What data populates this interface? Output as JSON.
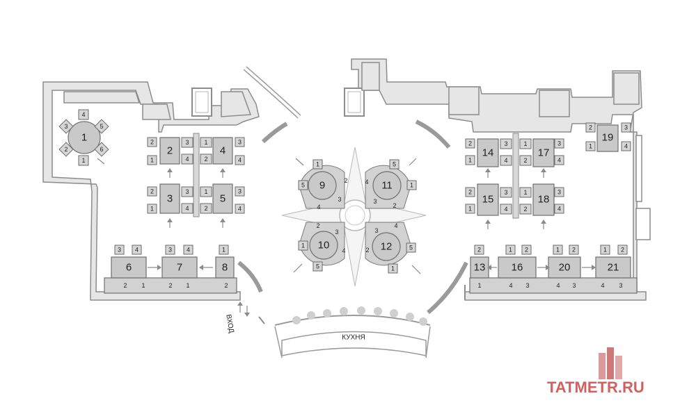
{
  "plan": {
    "kitchen_label": "КУХНЯ",
    "entrance_label": "ВХОД",
    "watermark": "TATMETR.RU",
    "tables": [
      {
        "id": "t1",
        "label": "1",
        "seats": [
          "4",
          "5",
          "6",
          "1",
          "2",
          "3"
        ]
      },
      {
        "id": "t2",
        "label": "2",
        "seats": [
          "2",
          "1",
          "3",
          "4"
        ]
      },
      {
        "id": "t3",
        "label": "3",
        "seats": [
          "2",
          "1",
          "3",
          "4"
        ]
      },
      {
        "id": "t4",
        "label": "4",
        "seats": [
          "1",
          "2",
          "3",
          "4"
        ]
      },
      {
        "id": "t5",
        "label": "5",
        "seats": [
          "1",
          "2",
          "3",
          "4"
        ]
      },
      {
        "id": "t6",
        "label": "6",
        "seats": [
          "3",
          "4",
          "2",
          "1"
        ]
      },
      {
        "id": "t7",
        "label": "7",
        "seats": [
          "3",
          "4",
          "2",
          "1"
        ]
      },
      {
        "id": "t8",
        "label": "8",
        "seats": [
          "1",
          "2"
        ]
      },
      {
        "id": "t9",
        "label": "9",
        "seats": [
          "1",
          "2",
          "3",
          "4",
          "5"
        ]
      },
      {
        "id": "t10",
        "label": "10",
        "seats": [
          "1",
          "2",
          "3",
          "4",
          "5"
        ]
      },
      {
        "id": "t11",
        "label": "11",
        "seats": [
          "1",
          "2",
          "3",
          "4",
          "5"
        ]
      },
      {
        "id": "t12",
        "label": "12",
        "seats": [
          "1",
          "2",
          "3",
          "4",
          "5"
        ]
      },
      {
        "id": "t13",
        "label": "13",
        "seats": [
          "2",
          "1"
        ]
      },
      {
        "id": "t14",
        "label": "14",
        "seats": [
          "2",
          "1",
          "3",
          "4"
        ]
      },
      {
        "id": "t15",
        "label": "15",
        "seats": [
          "2",
          "1",
          "3",
          "4"
        ]
      },
      {
        "id": "t16",
        "label": "16",
        "seats": [
          "1",
          "2",
          "4",
          "3"
        ]
      },
      {
        "id": "t17",
        "label": "17",
        "seats": [
          "1",
          "2",
          "3",
          "4"
        ]
      },
      {
        "id": "t18",
        "label": "18",
        "seats": [
          "1",
          "2",
          "3",
          "4"
        ]
      },
      {
        "id": "t19",
        "label": "19",
        "seats": [
          "2",
          "1",
          "3",
          "4"
        ]
      },
      {
        "id": "t20",
        "label": "20",
        "seats": [
          "1",
          "2",
          "4",
          "3"
        ]
      },
      {
        "id": "t21",
        "label": "21",
        "seats": [
          "1",
          "2",
          "4",
          "3"
        ]
      }
    ]
  }
}
